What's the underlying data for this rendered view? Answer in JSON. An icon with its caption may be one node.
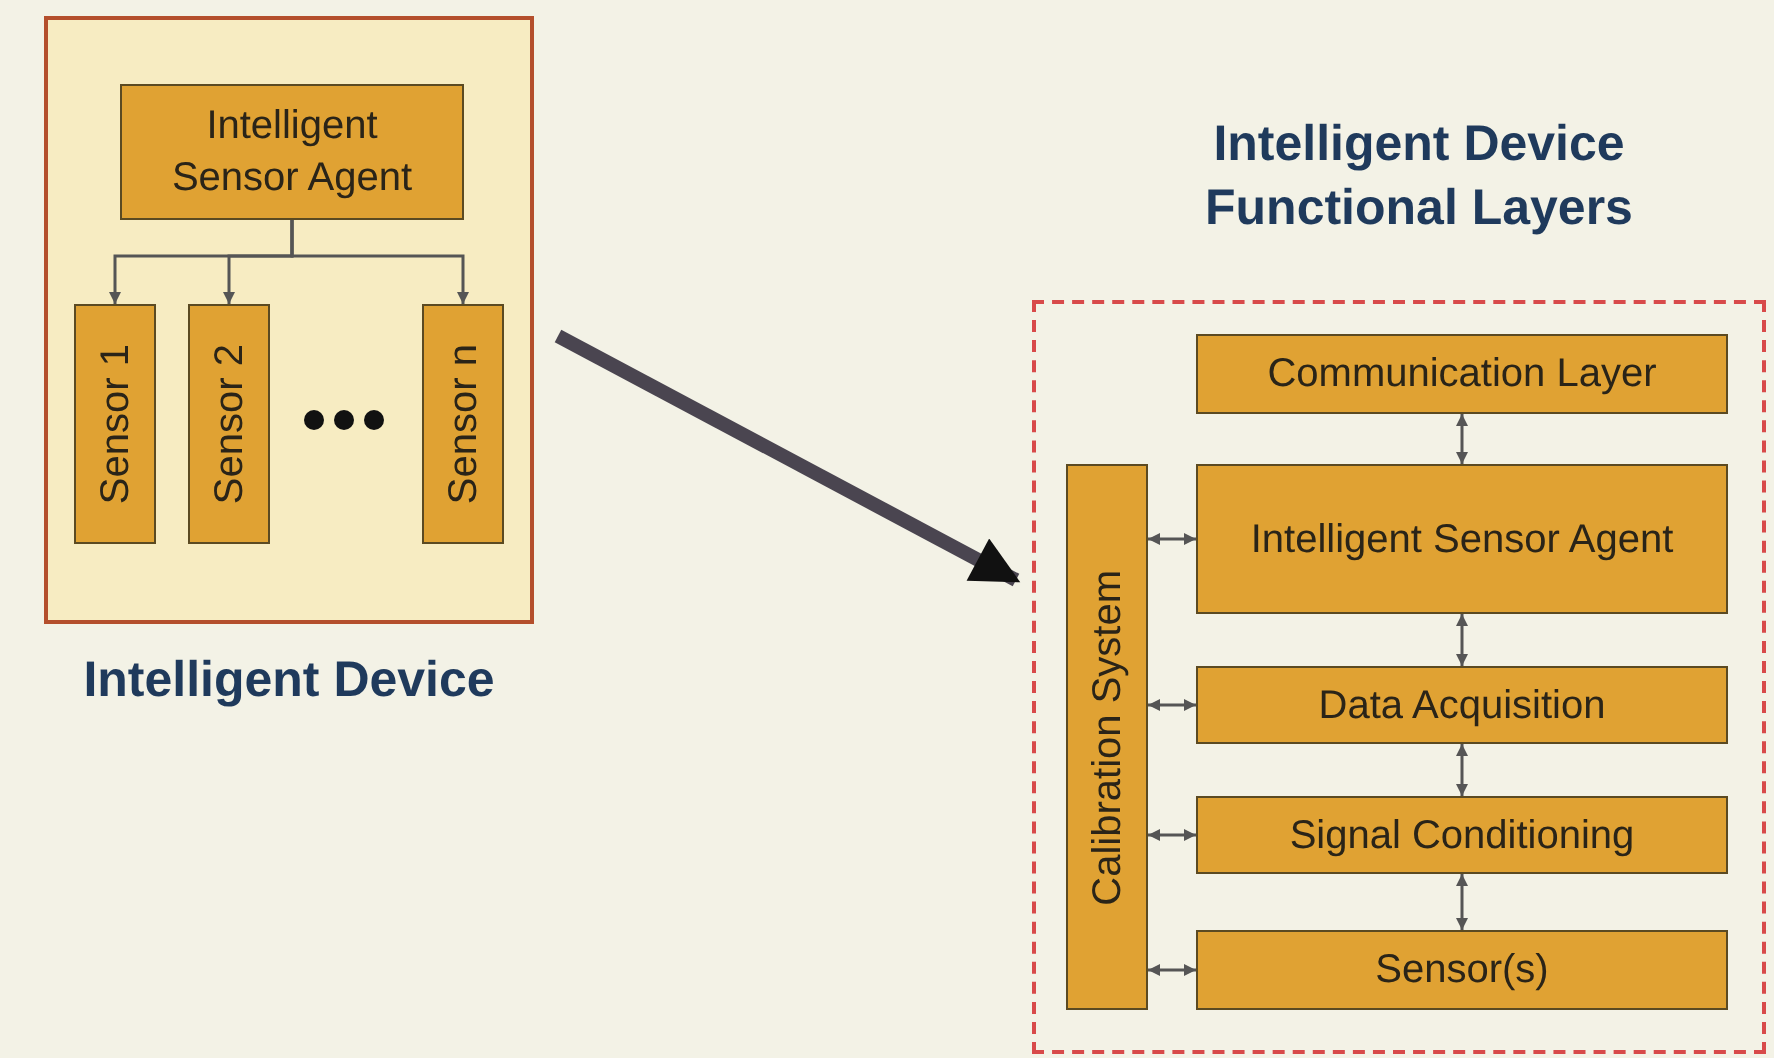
{
  "diagram": {
    "nodes": [
      {
        "text": [
          "Intelligent Device"
        ]
      },
      {
        "text": [
          "Intelligent Sensor Agent"
        ],
        "in": 0
      },
      {
        "text": [
          "Sensor 1"
        ],
        "in": 0
      },
      {
        "text": [
          "Sensor 2"
        ],
        "in": 0
      },
      {
        "text": [
          "Sensor n"
        ],
        "in": 0
      },
      {
        "text": [
          "Intelligent Device Functional Layers"
        ]
      },
      {
        "text": [
          "Communication Layer"
        ],
        "in": 5
      },
      {
        "text": [
          "Calibration System"
        ],
        "in": 5
      },
      {
        "text": [
          "Intelligent Sensor Agent"
        ],
        "in": 5
      },
      {
        "text": [
          "Data Acquisition"
        ],
        "in": 5
      },
      {
        "text": [
          "Signal Conditioning"
        ],
        "in": 5
      },
      {
        "text": [
          "Sensor(s)"
        ],
        "in": 5
      }
    ],
    "edges": [
      {
        "from": 1,
        "to": 2,
        "arrow": "to"
      },
      {
        "from": 1,
        "to": 3,
        "arrow": "to"
      },
      {
        "from": 1,
        "to": 4,
        "arrow": "to"
      },
      {
        "from": 0,
        "to": 5,
        "arrow": "to",
        "style": "thick"
      },
      {
        "from": 6,
        "to": 8,
        "arrow": "both"
      },
      {
        "from": 8,
        "to": 9,
        "arrow": "both"
      },
      {
        "from": 9,
        "to": 10,
        "arrow": "both"
      },
      {
        "from": 10,
        "to": 11,
        "arrow": "both"
      },
      {
        "from": 7,
        "to": 8,
        "arrow": "both"
      },
      {
        "from": 7,
        "to": 9,
        "arrow": "both"
      },
      {
        "from": 7,
        "to": 10,
        "arrow": "both"
      },
      {
        "from": 7,
        "to": 11,
        "arrow": "both"
      }
    ]
  }
}
